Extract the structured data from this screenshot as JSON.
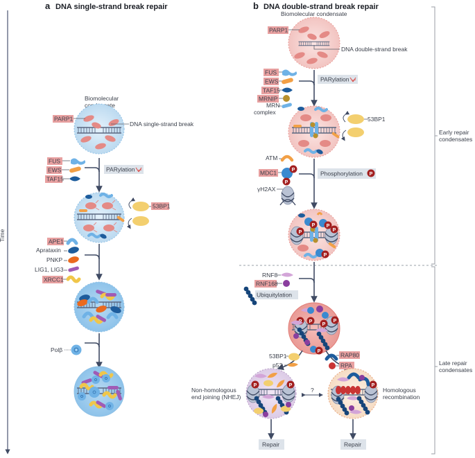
{
  "axis": {
    "label": "Time"
  },
  "panel_a": {
    "letter": "a",
    "title": "DNA single-strand break repair",
    "condensate_label": "Biomolecular\ncondensate",
    "condensate_line1": "Biomolecular",
    "condensate_line2": "condensate",
    "break_label": "DNA single-strand break",
    "parp1": "PARP1",
    "step1_proteins": [
      "FUS",
      "EWS",
      "TAF15"
    ],
    "step1_process": "PARylation",
    "bp53_label": "53BP1",
    "step2_proteins": [
      "APE1",
      "Aprataxin",
      "PNKP",
      "LIG1, LIG3",
      "XRCC1"
    ],
    "step2_highlighted": [
      "APE1",
      "XRCC1"
    ],
    "step3_protein": "Polβ"
  },
  "panel_b": {
    "letter": "b",
    "title": "DNA double-strand break repair",
    "condensate_label": "Biomolecular condensate",
    "break_label": "DNA double-strand break",
    "parp1": "PARP1",
    "step1_proteins": [
      "FUS",
      "EWS",
      "TAF15",
      "MRNIP",
      "MRN",
      "complex"
    ],
    "step1_process": "PARylation",
    "bp53_label": "53BP1",
    "step2_proteins": [
      "ATM",
      "MDC1",
      "γH2AX"
    ],
    "step2_process": "Phosphorylation",
    "phospho_symbol": "P",
    "step3_proteins": [
      "RNF8",
      "RNF168"
    ],
    "step3_process": "Ubiquitylation",
    "nhej_proteins": [
      "53BP1",
      "p53"
    ],
    "hr_proteins": [
      "RAP80",
      "RPA"
    ],
    "nhej_label_1": "Non-homologous",
    "nhej_label_2": "end joining (NHEJ)",
    "hr_label_1": "Homologous",
    "hr_label_2": "recombination",
    "crosstalk": "?",
    "repair_label": "Repair"
  },
  "brackets": {
    "early_1": "Early repair",
    "early_2": "condensates",
    "late_1": "Late repair",
    "late_2": "condensates"
  },
  "colors": {
    "blue_condensate": "#cfe5f5",
    "red_condensate": "#f6d2d0",
    "tag_fill": "#e8a0a0",
    "process_box": "#dde3ea",
    "arrow": "#3f4a63",
    "phospho": "#a32020"
  }
}
